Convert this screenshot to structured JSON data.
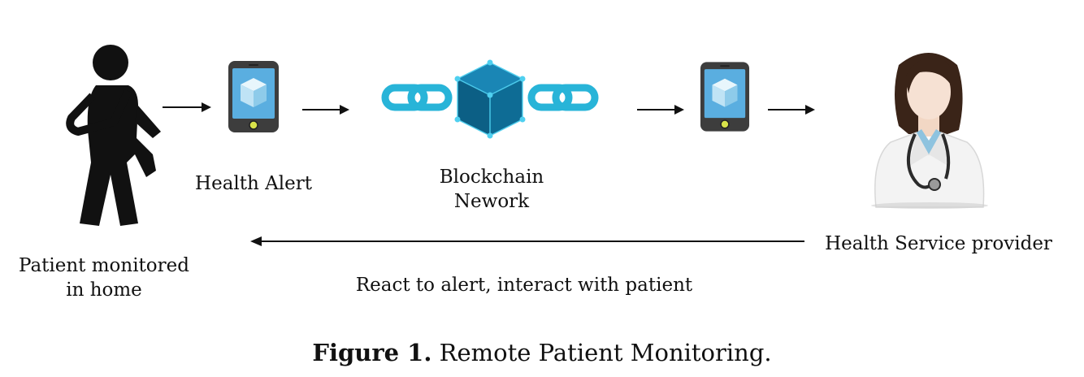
{
  "nodes": {
    "patient": {
      "label_line1": "Patient monitored",
      "label_line2": "in home"
    },
    "health_alert": {
      "label": "Health Alert"
    },
    "blockchain": {
      "label_line1": "Blockchain",
      "label_line2": "Nework"
    },
    "provider": {
      "label": "Health Service provider"
    }
  },
  "feedback": {
    "label": "React to alert, interact with patient"
  },
  "caption": {
    "prefix": "Figure 1.",
    "text": "Remote Patient Monitoring."
  },
  "colors": {
    "phone_body": "#3d3d3d",
    "phone_screen": "#5aaee0",
    "link": "#28b4d8",
    "cube": "#0e6c95",
    "ink": "#111111"
  }
}
